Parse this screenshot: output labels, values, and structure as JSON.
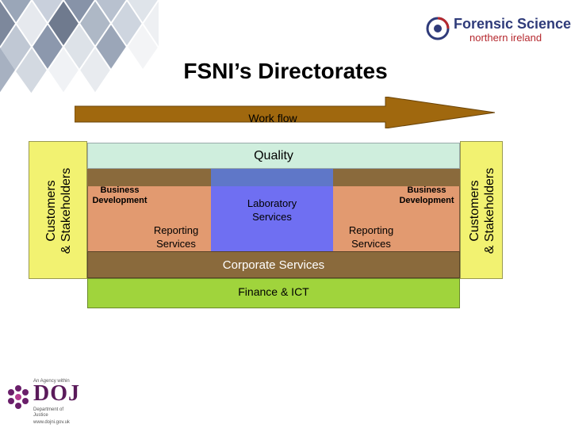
{
  "header": {
    "title": "FSNI’s Directorates"
  },
  "logo": {
    "line1": "Forensic Science",
    "line2": "northern ireland",
    "icon": "fsni-logo-icon"
  },
  "workflow": {
    "label": "Work flow"
  },
  "diagram": {
    "quality": "Quality",
    "customers_left": [
      "Customers",
      "& Stakeholders"
    ],
    "customers_right": [
      "Customers",
      "& Stakeholders"
    ],
    "business_dev_left": [
      "Business",
      "Development"
    ],
    "business_dev_right": [
      "Business",
      "Development"
    ],
    "laboratory": [
      "Laboratory",
      "Services"
    ],
    "reporting_left": [
      "Reporting",
      "Services"
    ],
    "reporting_right": [
      "Reporting",
      "Services"
    ],
    "corporate": "Corporate Services",
    "finance": "Finance & ICT"
  },
  "doj": {
    "agency": "An Agency within",
    "name": "DOJ",
    "dept_line1": "Department of",
    "dept_line2": "Justice",
    "url": "www.dojni.gov.uk",
    "icon": "doj-flower-icon"
  },
  "colors": {
    "side_panel": "#f2f271",
    "quality": "#cfeedd",
    "reporting": "#e29a70",
    "laboratory": "#6f6ff2",
    "corporate": "#8a6a3c",
    "finance": "#a0d43c",
    "arrow": "#a0680e"
  }
}
